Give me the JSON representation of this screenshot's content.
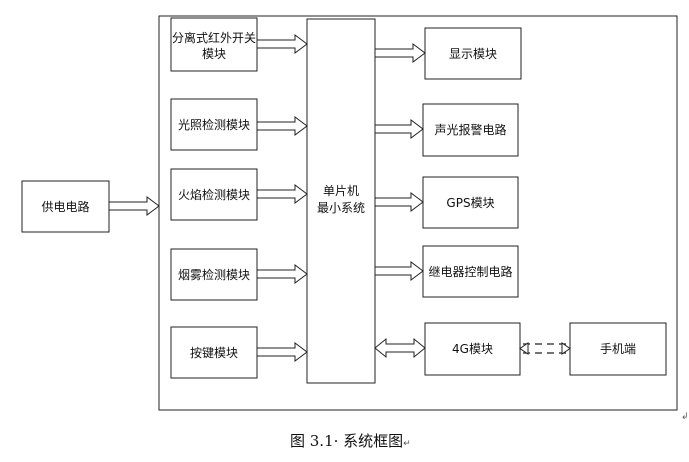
{
  "diagram": {
    "input_modules": [
      "分离式红外开关",
      "模块",
      "光照检测模块",
      "火焰检测模块",
      "烟雾检测模块",
      "按键模块"
    ],
    "power": "供电电路",
    "mcu": [
      "单片机",
      "最小系统"
    ],
    "output_modules": [
      "显示模块",
      "声光报警电路",
      "GPS模块",
      "继电器控制电路",
      "4G模块"
    ],
    "phone": "手机端"
  },
  "caption": "图 3.1· 系统框图",
  "marks": {
    "corner": "↲",
    "caption_end": "↵"
  }
}
